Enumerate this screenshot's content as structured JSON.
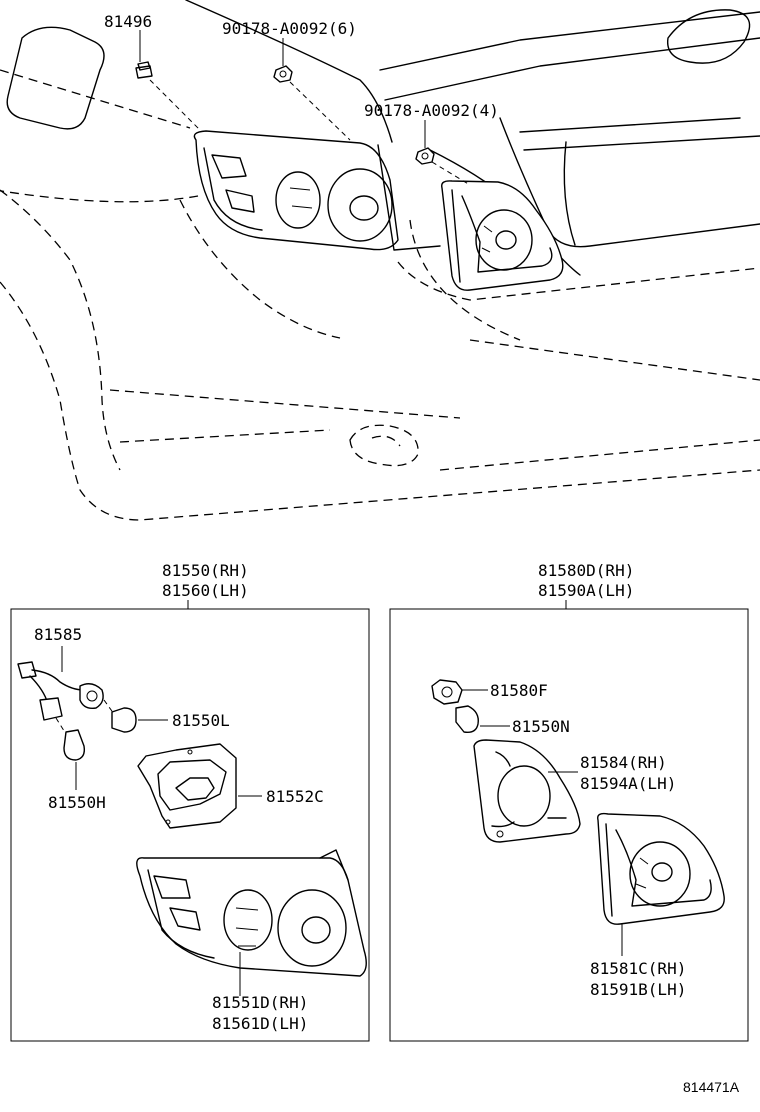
{
  "callouts": {
    "grommet": "81496",
    "nut_left": "90178-A0092(6)",
    "nut_right": "90178-A0092(4)",
    "outer_lamp_rh": "81550(RH)",
    "outer_lamp_lh": "81560(LH)",
    "inner_lamp_rh": "81580D(RH)",
    "inner_lamp_lh": "81590A(LH)",
    "socket_wire": "81585",
    "bulb_l": "81550L",
    "bulb_h": "81550H",
    "gasket": "81552C",
    "lens_outer_rh": "81551D(RH)",
    "lens_outer_lh": "81561D(LH)",
    "socket_f": "81580F",
    "bulb_n": "81550N",
    "gasket_inner_rh": "81584(RH)",
    "gasket_inner_lh": "81594A(LH)",
    "lens_inner_rh": "81581C(RH)",
    "lens_inner_lh": "81591B(LH)"
  },
  "figure_id": "814471A"
}
